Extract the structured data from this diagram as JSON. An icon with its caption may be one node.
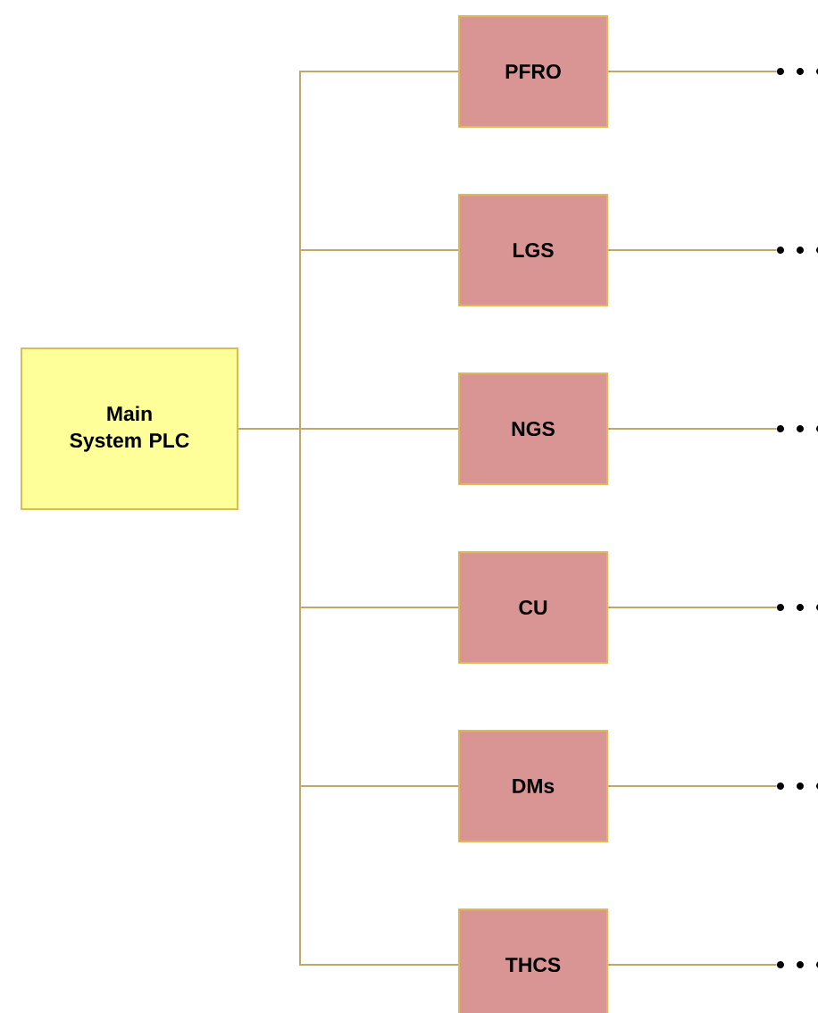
{
  "diagram": {
    "nodes": [
      {
        "text": [
          "Main System PLC"
        ]
      },
      {
        "text": [
          "PFRO"
        ]
      },
      {
        "text": [
          "LGS"
        ]
      },
      {
        "text": [
          "NGS"
        ]
      },
      {
        "text": [
          "CU"
        ]
      },
      {
        "text": [
          "DMs"
        ]
      },
      {
        "text": [
          "THCS"
        ]
      },
      {
        "text": [],
        "shape": "dots"
      },
      {
        "text": [],
        "shape": "dots"
      },
      {
        "text": [],
        "shape": "dots"
      },
      {
        "text": [],
        "shape": "dots"
      },
      {
        "text": [],
        "shape": "dots"
      },
      {
        "text": [],
        "shape": "dots"
      }
    ],
    "edges": [
      {
        "from": 0,
        "to": 1,
        "arrow": "none"
      },
      {
        "from": 0,
        "to": 2,
        "arrow": "none"
      },
      {
        "from": 0,
        "to": 3,
        "arrow": "none"
      },
      {
        "from": 0,
        "to": 4,
        "arrow": "none"
      },
      {
        "from": 0,
        "to": 5,
        "arrow": "none"
      },
      {
        "from": 0,
        "to": 6,
        "arrow": "none"
      },
      {
        "from": 1,
        "to": 7,
        "arrow": "none"
      },
      {
        "from": 2,
        "to": 8,
        "arrow": "none"
      },
      {
        "from": 3,
        "to": 9,
        "arrow": "none"
      },
      {
        "from": 4,
        "to": 10,
        "arrow": "none"
      },
      {
        "from": 5,
        "to": 11,
        "arrow": "none"
      },
      {
        "from": 6,
        "to": 12,
        "arrow": "none"
      }
    ]
  }
}
